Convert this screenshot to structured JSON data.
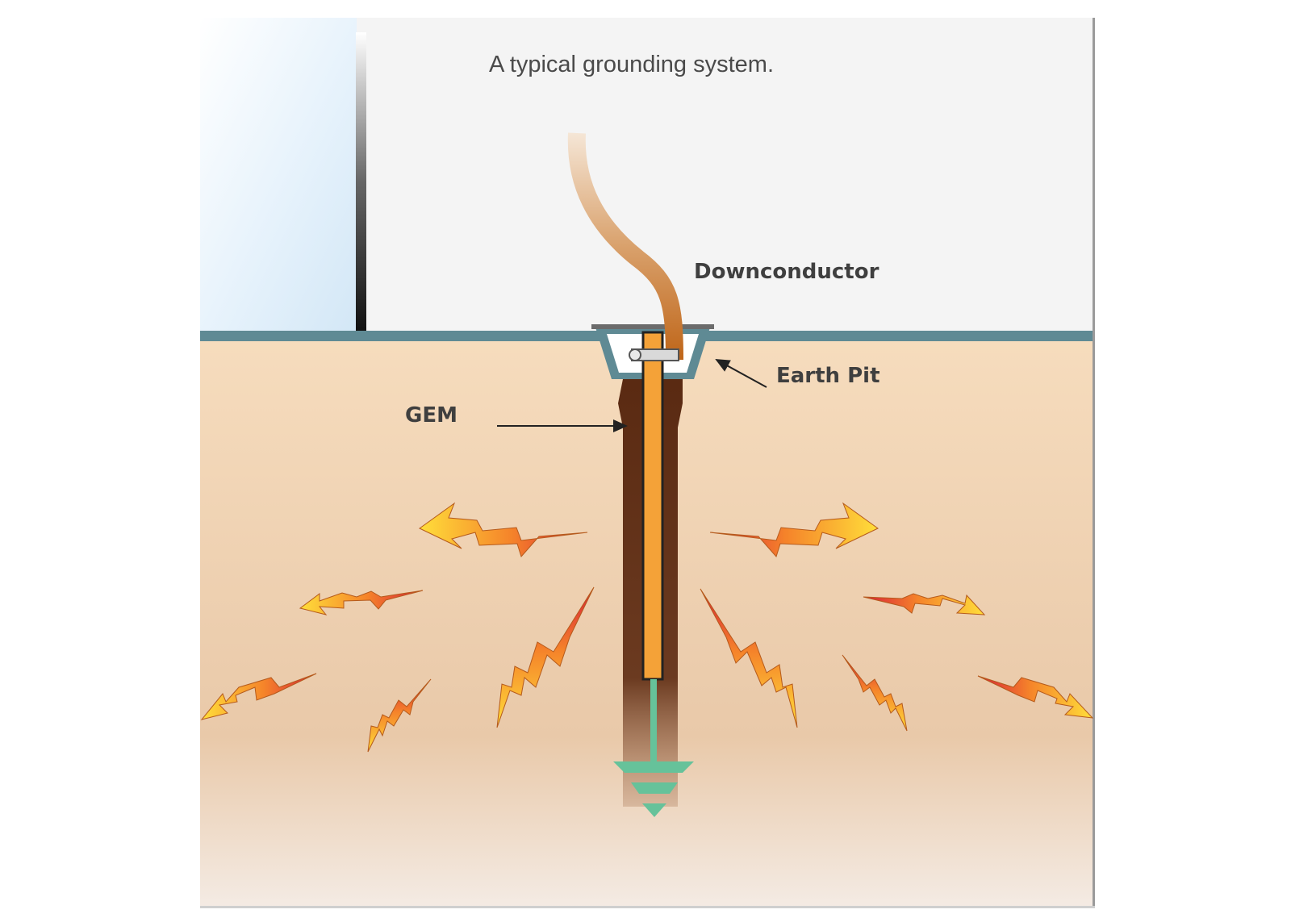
{
  "diagram": {
    "title": "A typical grounding system.",
    "labels": {
      "downconductor": "Downconductor",
      "earth_pit": "Earth Pit",
      "gem": "GEM"
    },
    "colors": {
      "soil": "#f1d5b6",
      "sky": "#f5f5f5",
      "window": "#dcecf8",
      "ground_line": "#5f8a94",
      "gem_fill": "#5b2c17",
      "rod": "#f4a238",
      "cable": "#c06a22",
      "ground_symbol": "#66c29a",
      "bolt_red": "#d42b2b",
      "bolt_yellow": "#ffdd3c"
    }
  }
}
